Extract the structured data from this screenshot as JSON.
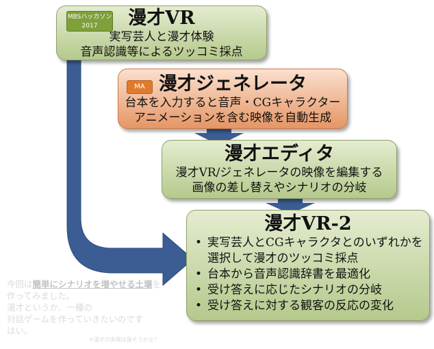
{
  "box1": {
    "badge": "MBSハッカソン2017",
    "title": "漫才VR",
    "lines": [
      "実写芸人と漫才体験",
      "音声認識等によるツッコミ採点"
    ]
  },
  "box2": {
    "badge": "MA",
    "title": "漫才ジェネレータ",
    "lines": [
      "台本を入力すると音声・CGキャラクター",
      "アニメーションを含む映像を自動生成"
    ]
  },
  "box3": {
    "title": "漫才エディタ",
    "lines": [
      "漫才VR/ジェネレータの映像を編集する",
      "画像の差し替えやシナリオの分岐"
    ]
  },
  "box4": {
    "title": "漫才VR-2",
    "bullets": [
      "実写芸人とCGキャラクタとのいずれかを",
      "選択して漫才のツッコミ採点",
      "台本から音声認識辞書を最適化",
      "受け答えに応じたシナリオの分岐",
      "受け答えに対する観客の反応の変化"
    ]
  },
  "faded_text": {
    "pre": "今回は",
    "emph": "簡単にシナリオを増やせる土壌",
    "post": "を",
    "rest": [
      "作ってみました。",
      "漫才というか、一種の",
      "対話ゲームを作っていきたいのです",
      "はい。"
    ],
    "note": "※漫才の実現は遠そうかな？"
  },
  "colors": {
    "green_top": "#e4ecd0",
    "green_bottom": "#b5c98c",
    "orange_top": "#fbe0cf",
    "orange_bottom": "#e59665",
    "arrow": "#3b5d94"
  }
}
